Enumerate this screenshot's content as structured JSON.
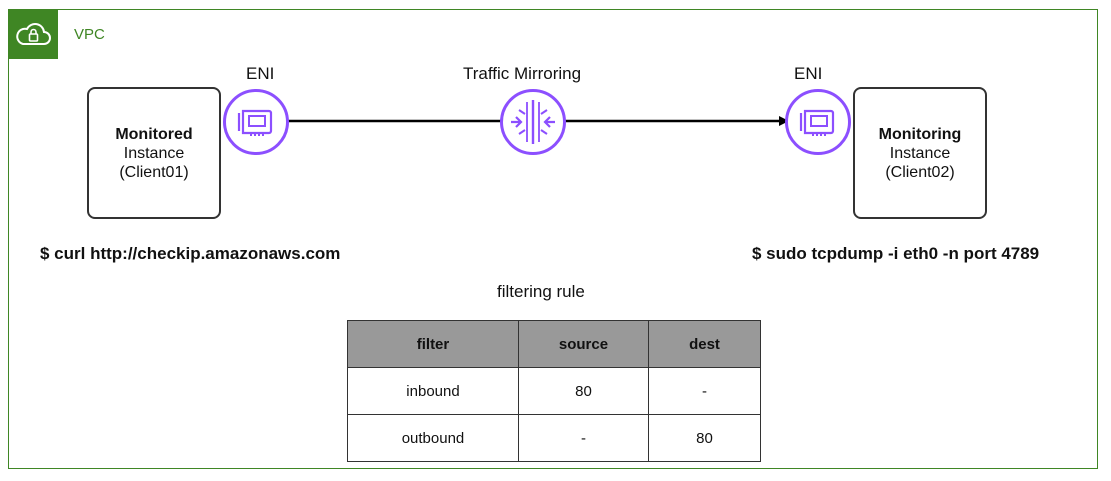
{
  "vpc": {
    "label": "VPC",
    "icon": "cloud-lock-icon",
    "color": "#3f8624"
  },
  "labels": {
    "eni_left": "ENI",
    "traffic_mirroring": "Traffic Mirroring",
    "eni_right": "ENI"
  },
  "monitored_instance": {
    "name": "Monitored",
    "type": "Instance",
    "id": "(Client01)"
  },
  "monitoring_instance": {
    "name": "Monitoring",
    "type": "Instance",
    "id": "(Client02)"
  },
  "commands": {
    "left": "$ curl http://checkip.amazonaws.com",
    "right": "$ sudo tcpdump -i eth0 -n port 4789"
  },
  "filter_table": {
    "caption": "filtering rule",
    "headers": [
      "filter",
      "source",
      "dest"
    ],
    "rows": [
      [
        "inbound",
        "80",
        "-"
      ],
      [
        "outbound",
        "-",
        "80"
      ]
    ]
  },
  "icons": {
    "eni": "network-interface-icon",
    "mirroring": "traffic-mirroring-icon"
  },
  "colors": {
    "icon_purple": "#8c4fff",
    "frame_green": "#3f8624",
    "header_gray": "#999999"
  }
}
